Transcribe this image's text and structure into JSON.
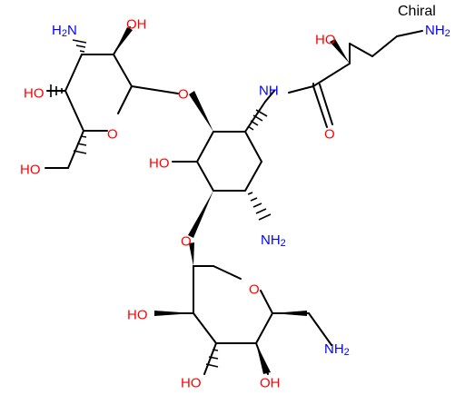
{
  "chiral_label": "Chiral",
  "colors": {
    "heteroatom": "#0000ff",
    "oxygen": "#ff0000",
    "bond": "#000000"
  },
  "atoms": {
    "nh2_top": "NH",
    "nh2_top_sub": "2",
    "ho_chain": "HO",
    "nh_amide": "NH",
    "o_carbonyl": "O",
    "h2n_sugar1": "H",
    "h2n_sugar1_sub": "2",
    "h2n_sugar1_n": "N",
    "oh_sugar1_c2": "OH",
    "ho_sugar1_c4": "HO",
    "o_glycosidic1": "O",
    "o_ring1": "O",
    "ho_ch2_1": "HO",
    "ho_center": "HO",
    "nh2_center": "NH",
    "nh2_center_sub": "2",
    "o_glycosidic2": "O",
    "o_ring2": "O",
    "ho_sugar2_left": "HO",
    "nh2_bottom": "NH",
    "nh2_bottom_sub": "2",
    "ho_bottom_left": "HO",
    "oh_bottom_right": "OH"
  }
}
